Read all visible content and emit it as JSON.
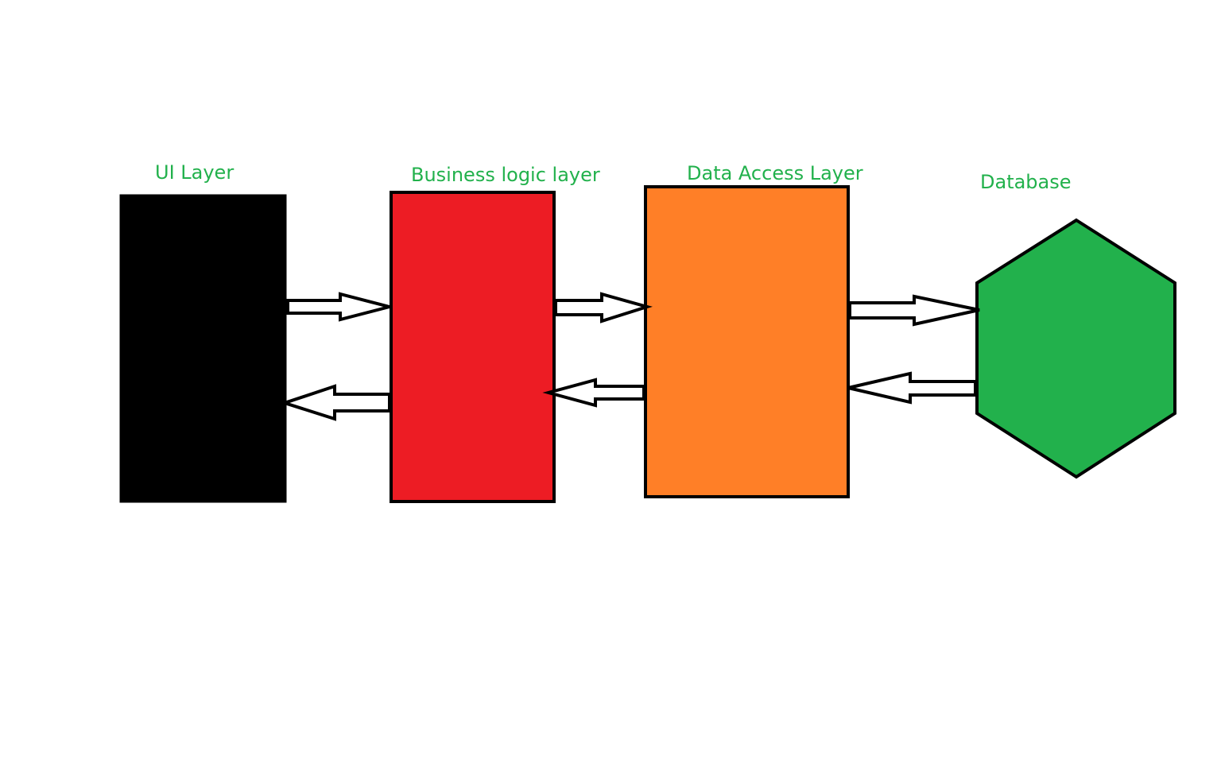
{
  "colors": {
    "label": "#22b14c",
    "stroke": "#000000",
    "arrow_fill": "#ffffff",
    "ui_layer": "#000000",
    "business_layer": "#ed1c24",
    "data_access_layer": "#ff7f27",
    "database": "#22b14c"
  },
  "diagram": {
    "nodes": [
      {
        "id": "ui",
        "label": "UI Layer",
        "shape": "rectangle"
      },
      {
        "id": "business",
        "label": "Business logic layer",
        "shape": "rectangle"
      },
      {
        "id": "data_access",
        "label": "Data Access Layer",
        "shape": "rectangle"
      },
      {
        "id": "database",
        "label": "Database",
        "shape": "hexagon"
      }
    ],
    "edges": [
      {
        "from": "ui",
        "to": "business"
      },
      {
        "from": "business",
        "to": "ui"
      },
      {
        "from": "business",
        "to": "data_access"
      },
      {
        "from": "data_access",
        "to": "business"
      },
      {
        "from": "data_access",
        "to": "database"
      },
      {
        "from": "database",
        "to": "data_access"
      }
    ]
  }
}
